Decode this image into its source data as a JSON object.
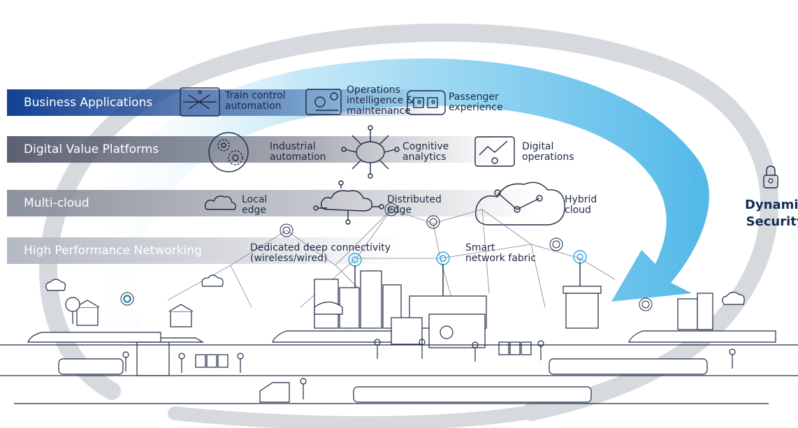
{
  "layers": [
    {
      "label": "Business Applications",
      "color": "#124191"
    },
    {
      "label": "Digital Value Platforms",
      "color": "#5c6172"
    },
    {
      "label": "Multi-cloud",
      "color": "#8d919e"
    },
    {
      "label": "High Performance Networking",
      "color": "#b5b9c3"
    }
  ],
  "business_apps": [
    {
      "label": "Train control\nautomation",
      "icon": "train-control-icon"
    },
    {
      "label": "Operations\nintelligence &\nmaintenance",
      "icon": "operations-maintenance-icon"
    },
    {
      "label": "Passenger\nexperience",
      "icon": "passenger-icon"
    }
  ],
  "platforms": [
    {
      "label": "Industrial\nautomation",
      "icon": "gears-icon"
    },
    {
      "label": "Cognitive\nanalytics",
      "icon": "brain-network-icon"
    },
    {
      "label": "Digital\noperations",
      "icon": "dashboard-icon"
    }
  ],
  "clouds": [
    {
      "label": "Local\nedge",
      "icon": "cloud-icon"
    },
    {
      "label": "Distributed\nedge",
      "icon": "distributed-cloud-icon"
    },
    {
      "label": "Hybrid\ncloud",
      "icon": "hybrid-cloud-icon"
    }
  ],
  "networking": [
    {
      "label": "Dedicated deep connectivity\n(wireless/wired)"
    },
    {
      "label": "Smart\nnetwork fabric"
    }
  ],
  "security": {
    "label": "Dynamic\nSecurity",
    "icon": "lock-icon"
  },
  "colors": {
    "arrow": "#7ccbef",
    "ring": "#d6dade",
    "line": "#1f2a44"
  }
}
